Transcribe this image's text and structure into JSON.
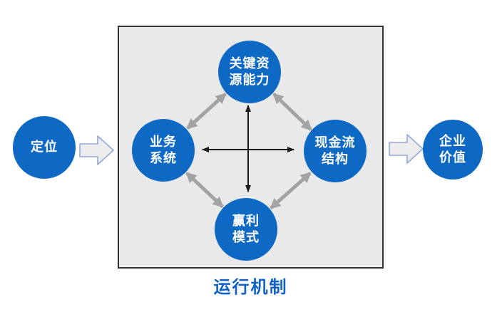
{
  "diagram": {
    "outer_left_node": {
      "label": "定位"
    },
    "box": {
      "label": "运行机制",
      "nodes": {
        "top": {
          "label": "关键资\n源能力"
        },
        "left": {
          "label": "业务\n系统"
        },
        "right": {
          "label": "现金流\n结构"
        },
        "bottom": {
          "label": "赢利\n模式"
        }
      }
    },
    "outer_right_node": {
      "label": "企业\n价值"
    },
    "colors": {
      "node_fill": "#0E69C4",
      "node_text": "#FFFFFF",
      "box_fill": "#E9E9E9",
      "box_border": "#333333",
      "box_label_text": "#1262C6",
      "diagonal_arrow": "#A3A3A3",
      "cross_arrow": "#1A1A1A",
      "block_arrow_fill": "#EDEDED",
      "block_arrow_border": "#93A9D9"
    }
  }
}
